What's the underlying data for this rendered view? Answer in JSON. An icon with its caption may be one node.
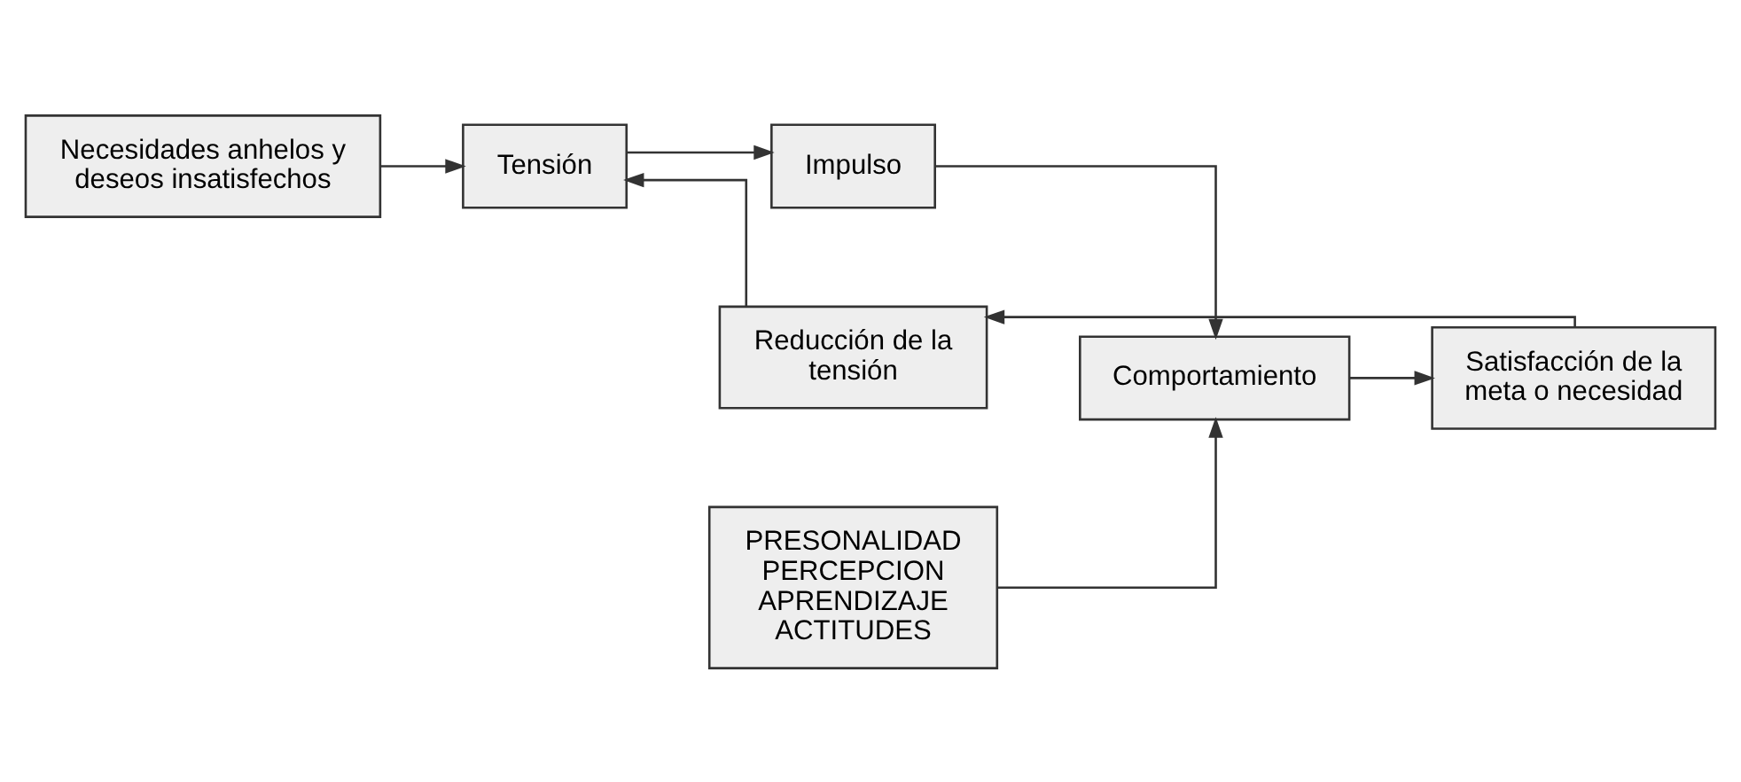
{
  "diagram": {
    "nodes": [
      {
        "text": [
          "Necesidades anhelos y deseos insatisfechos"
        ]
      },
      {
        "text": [
          "Tensión"
        ]
      },
      {
        "text": [
          "Impulso"
        ]
      },
      {
        "text": [
          "Comportamiento"
        ]
      },
      {
        "text": [
          "Satisfacción de la meta o necesidad"
        ]
      },
      {
        "text": [
          "PRESONALIDAD",
          "PERCEPCION",
          "APRENDIZAJE",
          "ACTITUDES"
        ]
      },
      {
        "text": [
          "Reducción de la tensión"
        ]
      }
    ],
    "edges": [
      {
        "from": 0,
        "to": 1,
        "arrow": "to"
      },
      {
        "from": 1,
        "to": 2,
        "arrow": "to"
      },
      {
        "from": 2,
        "to": 3,
        "arrow": "to"
      },
      {
        "from": 5,
        "to": 3,
        "arrow": "to"
      },
      {
        "from": 3,
        "to": 4,
        "arrow": "to"
      },
      {
        "from": 4,
        "to": 6,
        "arrow": "to"
      },
      {
        "from": 6,
        "to": 1,
        "arrow": "to"
      }
    ]
  }
}
